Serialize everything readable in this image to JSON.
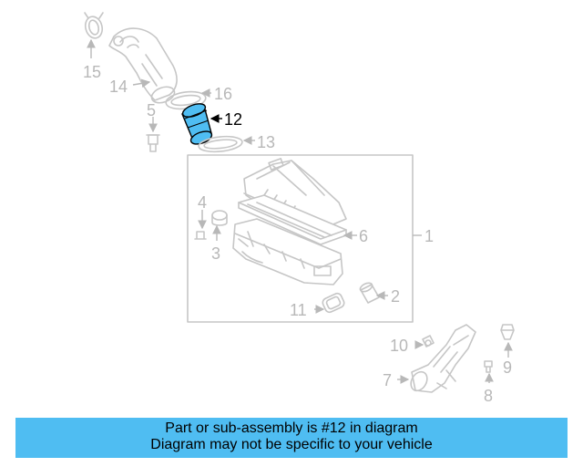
{
  "banner": {
    "line1": "Part or sub-assembly is #12 in diagram",
    "line2": "Diagram may not be specific to your vehicle"
  },
  "highlight_color": "#4fbdf2",
  "callouts": {
    "c1": "1",
    "c2": "2",
    "c3": "3",
    "c4": "4",
    "c5": "5",
    "c6": "6",
    "c7": "7",
    "c8": "8",
    "c9": "9",
    "c10": "10",
    "c11": "11",
    "c12": "12",
    "c13": "13",
    "c14": "14",
    "c15": "15",
    "c16": "16"
  },
  "highlighted_part": "12"
}
